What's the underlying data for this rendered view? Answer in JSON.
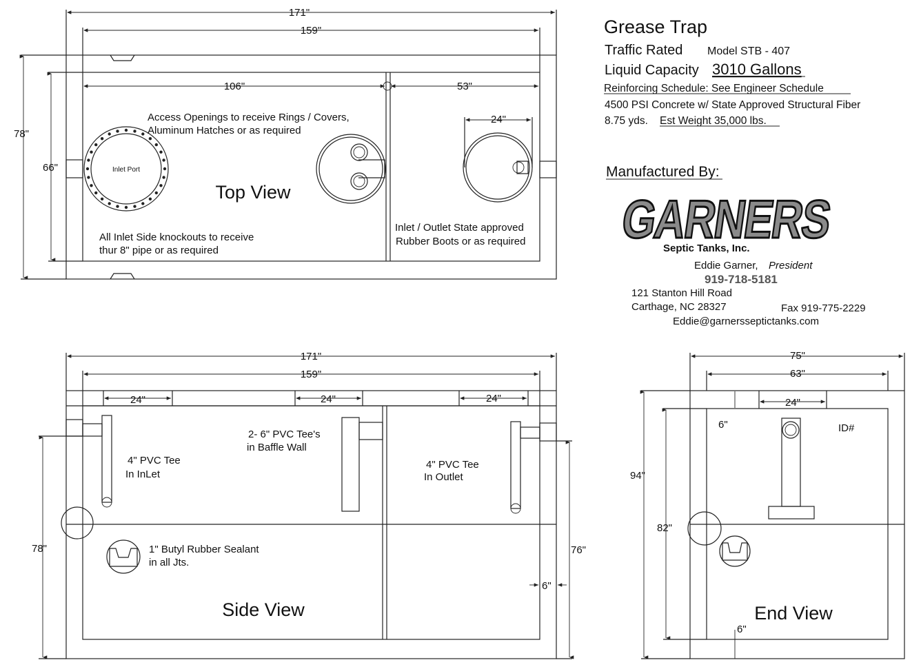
{
  "header": {
    "title": "Grease Trap",
    "traffic": "Traffic Rated",
    "model": "Model STB - 407",
    "capacity_label": "Liquid Capacity",
    "capacity_value": "3010 Gallons",
    "reinforcing": "Reinforcing Schedule: See Engineer Schedule",
    "concrete": "4500 PSI Concrete w/ State Approved Structural Fiber",
    "yards": "8.75 yds.",
    "weight": "Est Weight 35,000 lbs."
  },
  "manufacturer": {
    "heading": "Manufactured By:",
    "logo_word": "GARNERS",
    "company": "Septic Tanks, Inc.",
    "contact_name": "Eddie Garner,",
    "contact_title": "President",
    "phone": "919-718-5181",
    "address1": "121 Stanton Hill Road",
    "address2": "Carthage, NC 28327",
    "fax": "Fax 919-775-2229",
    "email": "Eddie@garnersseptictanks.com"
  },
  "top_view": {
    "label": "Top View",
    "dims": {
      "overall_len": "171\"",
      "inner_len": "159\"",
      "inlet_chamber": "106\"",
      "outlet_chamber": "53\"",
      "opening": "24\"",
      "overall_width": "78\"",
      "inner_width": "66\""
    },
    "inlet_port": "Inlet Port",
    "note_access_1": "Access Openings to receive Rings / Covers,",
    "note_access_2": "Aluminum Hatches or as required",
    "note_inlet_1": "All Inlet Side knockouts to receive",
    "note_inlet_2": "thur 8\" pipe or as required",
    "note_boots_1": "Inlet / Outlet State approved",
    "note_boots_2": "Rubber Boots or as required"
  },
  "side_view": {
    "label": "Side View",
    "dims": {
      "overall_len": "171\"",
      "inner_len": "159\"",
      "open1": "24\"",
      "open2": "24\"",
      "open3": "24\"",
      "height_left": "78\"",
      "height_right": "76\"",
      "wall": "6\""
    },
    "tee_in_1": "4\" PVC Tee",
    "tee_in_2": "In  InLet",
    "baffle_1": "2- 6\" PVC Tee's",
    "baffle_2": "in Baffle Wall",
    "tee_out_1": "4\" PVC Tee",
    "tee_out_2": "In Outlet",
    "sealant_1": "1\" Butyl Rubber Sealant",
    "sealant_2": "in all Jts."
  },
  "end_view": {
    "label": "End View",
    "dims": {
      "overall_w": "75\"",
      "inner_w": "63\"",
      "opening": "24\"",
      "top_wall": "6\"",
      "height": "94\"",
      "inner_height": "82\"",
      "bottom_wall": "6\""
    },
    "id_label": "ID#"
  }
}
